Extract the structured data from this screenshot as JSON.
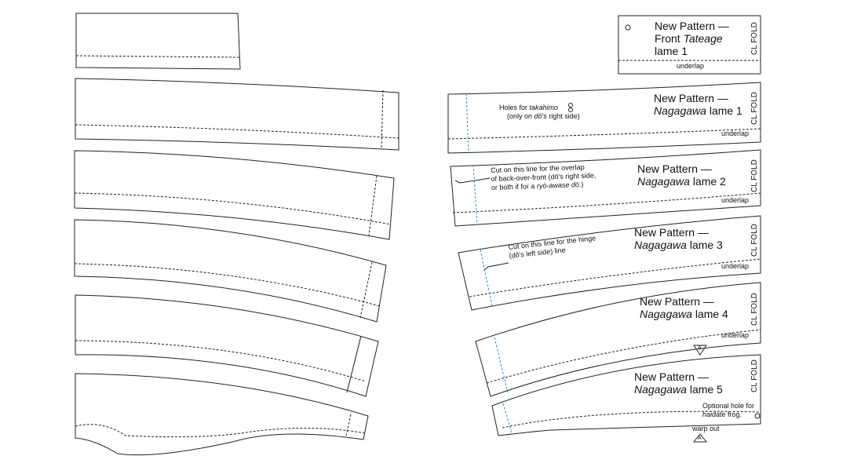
{
  "pattern": {
    "front_tateage": {
      "line1": "New Pattern —",
      "line2_prefix": "Front ",
      "line2_italic": "Tateage",
      "line3": "lame 1",
      "fold": "CL FOLD",
      "edge": "underlap"
    },
    "lame1": {
      "line1": "New Pattern —",
      "italic": "Nagagawa",
      "suffix": " lame 1",
      "fold": "CL FOLD",
      "edge": "underlap",
      "note_prefix": "Holes for ",
      "note_italic": "takahimo",
      "note_line2_prefix": "(only on ",
      "note_line2_italic": "dō",
      "note_line2_suffix": "'s right side)"
    },
    "lame2": {
      "line1": "New Pattern —",
      "italic": "Nagagawa",
      "suffix": " lame 2",
      "fold": "CL FOLD",
      "edge": "underlap",
      "cut_line1": "Cut on this line for the overlap",
      "cut_line2": "of back-over-front (dō's right side,",
      "cut_line3_prefix": "or both if for a ",
      "cut_line3_italic": "ryō-awase dō",
      "cut_line3_suffix": ".)"
    },
    "lame3": {
      "line1": "New Pattern —",
      "italic": "Nagagawa",
      "suffix": " lame 3",
      "fold": "CL FOLD",
      "edge": "underlap",
      "cut_line1": "Cut on this line for the hinge",
      "cut_line2": "(dō's left side) line"
    },
    "lame4": {
      "line1": "New Pattern —",
      "italic": "Nagagawa",
      "suffix": " lame 4",
      "fold": "CL FOLD",
      "edge": "underlap",
      "marker": "A"
    },
    "lame5": {
      "line1": "New Pattern —",
      "italic": "Nagagawa",
      "suffix": " lame 5",
      "fold": "CL FOLD",
      "edge": "warp out",
      "marker": "A",
      "opt_line1": "Optional hole for",
      "opt_italic": "haidate",
      "opt_suffix": " frog."
    }
  }
}
